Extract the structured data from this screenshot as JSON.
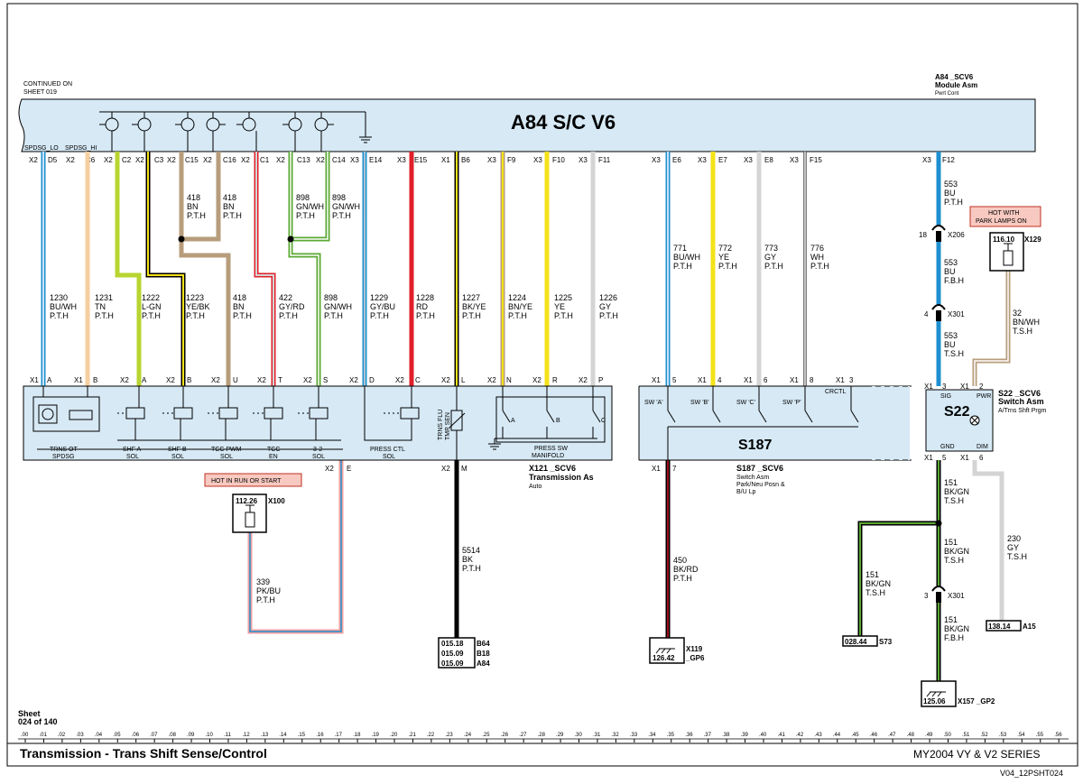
{
  "header": {
    "continued": [
      "CONTINUED ON",
      "SHEET 019"
    ],
    "module_ref": [
      "A84 _SCV6",
      "Module Asm",
      "Pwrt Cont"
    ],
    "module_title": "A84 S/C V6",
    "hints": [
      "SPDSG_LO",
      "SPDSG_HI"
    ]
  },
  "top_pins": [
    {
      "conn": "X2",
      "pin": "D5"
    },
    {
      "conn": "X2",
      "pin": "C6"
    },
    {
      "conn": "X2",
      "pin": "C2"
    },
    {
      "conn": "X2",
      "pin": "C3"
    },
    {
      "conn": "X2",
      "pin": "C15"
    },
    {
      "conn": "X2",
      "pin": "C16"
    },
    {
      "conn": "X2",
      "pin": "C1"
    },
    {
      "conn": "X2",
      "pin": "C13"
    },
    {
      "conn": "X2",
      "pin": "C14"
    },
    {
      "conn": "X3",
      "pin": "E14"
    },
    {
      "conn": "X3",
      "pin": "E15"
    },
    {
      "conn": "X1",
      "pin": "B6"
    },
    {
      "conn": "X3",
      "pin": "F9"
    },
    {
      "conn": "X3",
      "pin": "F10"
    },
    {
      "conn": "X3",
      "pin": "F11"
    },
    {
      "conn": "X3",
      "pin": "E6"
    },
    {
      "conn": "X3",
      "pin": "E7"
    },
    {
      "conn": "X3",
      "pin": "E8"
    },
    {
      "conn": "X3",
      "pin": "F15"
    },
    {
      "conn": "X3",
      "pin": "F12"
    }
  ],
  "wire_labels": [
    [
      "1230",
      "BU/WH",
      "P.T.H"
    ],
    [
      "1231",
      "TN",
      "P.T.H"
    ],
    [
      "1222",
      "L-GN",
      "P.T.H"
    ],
    [
      "1223",
      "YE/BK",
      "P.T.H"
    ],
    [
      "418",
      "BN",
      "P.T.H"
    ],
    [
      "422",
      "GY/RD",
      "P.T.H"
    ],
    [
      "898",
      "GN/WH",
      "P.T.H"
    ],
    [
      "1229",
      "GY/BU",
      "P.T.H"
    ],
    [
      "1228",
      "RD",
      "P.T.H"
    ],
    [
      "1227",
      "BK/YE",
      "P.T.H"
    ],
    [
      "1224",
      "BN/YE",
      "P.T.H"
    ],
    [
      "1225",
      "YE",
      "P.T.H"
    ],
    [
      "1226",
      "GY",
      "P.T.H"
    ],
    [
      "418",
      "BN",
      "P.T.H"
    ],
    [
      "418",
      "BN",
      "P.T.H"
    ],
    [
      "898",
      "GN/WH",
      "P.T.H"
    ],
    [
      "898",
      "GN/WH",
      "P.T.H"
    ],
    [
      "771",
      "BU/WH",
      "P.T.H"
    ],
    [
      "772",
      "YE",
      "P.T.H"
    ],
    [
      "773",
      "GY",
      "P.T.H"
    ],
    [
      "776",
      "WH",
      "P.T.H"
    ],
    [
      "553",
      "BU",
      "P.T.H"
    ],
    [
      "553",
      "BU",
      "F.B.H"
    ],
    [
      "553",
      "BU",
      "T.S.H"
    ],
    [
      "32",
      "BN/WH",
      "T.S.H"
    ],
    [
      "339",
      "PK/BU",
      "P.T.H"
    ],
    [
      "5514",
      "BK",
      "P.T.H"
    ],
    [
      "450",
      "BK/RD",
      "P.T.H"
    ],
    [
      "151",
      "BK/GN",
      "T.S.H"
    ],
    [
      "151",
      "BK/GN",
      "T.S.H"
    ],
    [
      "151",
      "BK/GN",
      "T.S.H"
    ],
    [
      "151",
      "BK/GN",
      "F.B.H"
    ],
    [
      "230",
      "GY",
      "T.S.H"
    ]
  ],
  "mid_pins": [
    {
      "conn": "X1",
      "pin": "A"
    },
    {
      "conn": "X1",
      "pin": "B"
    },
    {
      "conn": "X2",
      "pin": "A"
    },
    {
      "conn": "X2",
      "pin": "B"
    },
    {
      "conn": "X2",
      "pin": "U"
    },
    {
      "conn": "X2",
      "pin": "T"
    },
    {
      "conn": "X2",
      "pin": "S"
    },
    {
      "conn": "X2",
      "pin": "D"
    },
    {
      "conn": "X2",
      "pin": "C"
    },
    {
      "conn": "X2",
      "pin": "L"
    },
    {
      "conn": "X2",
      "pin": "N"
    },
    {
      "conn": "X2",
      "pin": "R"
    },
    {
      "conn": "X2",
      "pin": "P"
    },
    {
      "conn": "X1",
      "pin": "5"
    },
    {
      "conn": "X1",
      "pin": "4"
    },
    {
      "conn": "X1",
      "pin": "6"
    },
    {
      "conn": "X1",
      "pin": "8"
    },
    {
      "conn": "X1",
      "pin": "3"
    },
    {
      "conn": "X1",
      "pin": "3"
    },
    {
      "conn": "X1",
      "pin": "2"
    }
  ],
  "trans": {
    "components": [
      [
        "TRNS OT",
        "SPDSG"
      ],
      [
        "SHF A",
        "SOL"
      ],
      [
        "SHF B",
        "SOL"
      ],
      [
        "TCC PWM",
        "SOL"
      ],
      [
        "TCC",
        "EN"
      ],
      [
        "3-2",
        "SOL"
      ],
      [
        "PRESS CTL",
        "SOL"
      ],
      [
        "PRESS SW",
        "MANIFOLD"
      ]
    ],
    "sensor": [
      "TRNS FLU",
      "TMP SEN"
    ],
    "switch_letters": [
      "A",
      "B",
      "C"
    ],
    "ref": [
      "X121 _SCV6",
      "Transmission As",
      "Auto"
    ],
    "bottom_pins": [
      {
        "conn": "X2",
        "pin": "E"
      },
      {
        "conn": "X2",
        "pin": "M"
      }
    ]
  },
  "s187": {
    "title": "S187",
    "switches": [
      "SW 'A'",
      "SW 'B'",
      "SW 'C'",
      "SW 'P'",
      "CRCTL"
    ],
    "ref": [
      "S187 _SCV6",
      "Switch Asm",
      "Park/Neu Posn &",
      "B/U Lp"
    ],
    "bottom_pin": {
      "conn": "X1",
      "pin": "7"
    }
  },
  "s22": {
    "title": "S22",
    "labels": [
      "SIG",
      "PWR",
      "GND",
      "DIM"
    ],
    "ref": [
      "S22 _SCV6",
      "Switch Asm",
      "A/Trns Shft Prgm"
    ],
    "bottom_pins": [
      {
        "conn": "X1",
        "pin": "5"
      },
      {
        "conn": "X1",
        "pin": "6"
      }
    ]
  },
  "hot_tags": [
    "HOT WITH",
    "PARK LAMPS ON",
    "HOT IN RUN OR START"
  ],
  "fuses": [
    {
      "ref": "116.10",
      "conn": "X129"
    },
    {
      "ref": "112.26",
      "conn": "X100"
    }
  ],
  "inline_connectors": [
    {
      "pin": "18",
      "conn": "X206"
    },
    {
      "pin": "4",
      "conn": "X301"
    },
    {
      "pin": "3",
      "conn": "X301"
    }
  ],
  "references": [
    {
      "lines": [
        "015.18",
        "015.09",
        "015.09"
      ],
      "tags": [
        "B64",
        "B18",
        "A84"
      ]
    },
    {
      "ref": "126.42",
      "tags": [
        "X119",
        "_GP6"
      ]
    },
    {
      "ref": "028.44",
      "tag": "S73"
    },
    {
      "ref": "138.14",
      "tag": "A15"
    },
    {
      "ref": "125.06",
      "tag": "X157 _GP2"
    }
  ],
  "sheet": {
    "label": "Sheet",
    "number": "024 of 140"
  },
  "scale": [
    ".00",
    ".01",
    ".02",
    ".03",
    ".04",
    ".05",
    ".06",
    ".07",
    ".08",
    ".09",
    ".10",
    ".11",
    ".12",
    ".13",
    ".14",
    ".15",
    ".16",
    ".17",
    ".18",
    ".19",
    ".20",
    ".21",
    ".22",
    ".23",
    ".24",
    ".25",
    ".26",
    ".27",
    ".28",
    ".29",
    ".30",
    ".31",
    ".32",
    ".33",
    ".34",
    ".35",
    ".36",
    ".37",
    ".38",
    ".39",
    ".40",
    ".41",
    ".42",
    ".43",
    ".44",
    ".45",
    ".46",
    ".47",
    ".48",
    ".49",
    ".50",
    ".51",
    ".52",
    ".53",
    ".54",
    ".55",
    ".56"
  ],
  "footer": {
    "title": "Transmission - Trans Shift Sense/Control",
    "series": "MY2004 VY & V2 SERIES",
    "code": "V04_12PSHT024"
  },
  "colors": {
    "module_fill": "#d6e9f5",
    "BU": "#1f8fd0",
    "TN": "#f5cfa0",
    "LGN": "#b8d430",
    "YE": "#f4e21a",
    "BN": "#b79d7b",
    "RD": "#e0202a",
    "GN": "#5aa832",
    "GY": "#d4d4d4",
    "BK": "#000000",
    "PK": "#f0a0a0",
    "hot_tag": "#f7c9c0"
  }
}
